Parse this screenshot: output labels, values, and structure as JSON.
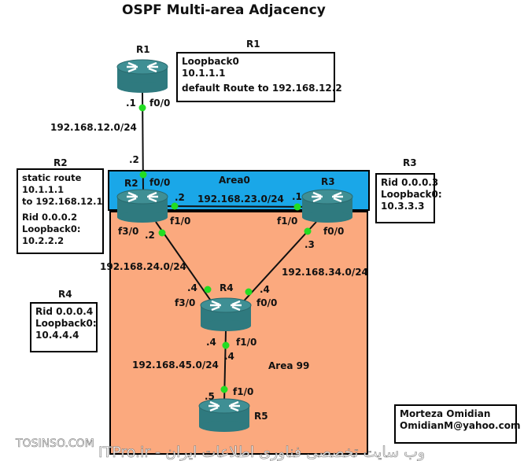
{
  "title": "OSPF Multi-area Adjacency",
  "areas": {
    "area0": "Area0",
    "area99": "Area 99"
  },
  "colors": {
    "area0": "#1aa7e8",
    "area99": "#fba97e",
    "interface_dot": "#22dd22",
    "router": "#3f8f94"
  },
  "routers": {
    "r1": "R1",
    "r2": "R2",
    "r3": "R3",
    "r4": "R4",
    "r5": "R5"
  },
  "info_boxes": {
    "r1": {
      "heading": "R1",
      "lines": [
        "Loopback0",
        "10.1.1.1",
        "default Route to 192.168.12.2"
      ]
    },
    "r2": {
      "heading": "R2",
      "lines": [
        "static route",
        "10.1.1.1",
        "to 192.168.12.1",
        "Rid 0.0.0.2",
        "Loopback0:",
        "10.2.2.2"
      ]
    },
    "r3": {
      "heading": "R3",
      "lines": [
        "Rid 0.0.0.3",
        "Loopback0:",
        "10.3.3.3"
      ]
    },
    "r4": {
      "heading": "R4",
      "lines": [
        "Rid 0.0.0.4",
        "Loopback0:",
        "10.4.4.4"
      ]
    },
    "author": {
      "lines": [
        "Morteza Omidian",
        "OmidianM@yahoo.com"
      ]
    }
  },
  "networks": {
    "n12": "192.168.12.0/24",
    "n23": "192.168.23.0/24",
    "n24": "192.168.24.0/24",
    "n34": "192.168.34.0/24",
    "n45": "192.168.45.0/24"
  },
  "labels": {
    "r1_ip": ".1",
    "r1_if": "f0/0",
    "r2_ip12": ".2",
    "r2_if12": "f0/0",
    "r2_ip23": ".2",
    "r2_if23": "f1/0",
    "r2_ip24": ".2",
    "r2_if24": "f3/0",
    "r3_ip23": ".1",
    "r3_if23": "f1/0",
    "r3_ip34": ".3",
    "r3_if34": "f0/0",
    "r4_ip24": ".4",
    "r4_if24": "f3/0",
    "r4_ip34": ".4",
    "r4_if34": "f0/0",
    "r4_ip45": ".4",
    "r4_if45": "f1/0",
    "r4_ip45b": ".4",
    "r5_ip": ".5",
    "r5_if": "f1/0"
  },
  "watermarks": {
    "left": "TOSINSO.COM",
    "center": "ITPro.ir - وب سایت تخصصی فناوری اطلاعات ایران"
  }
}
